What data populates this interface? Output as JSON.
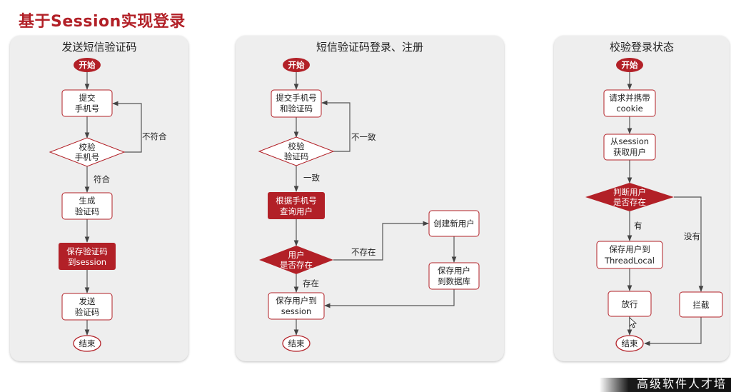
{
  "title": "基于Session实现登录",
  "panels": [
    {
      "title": "发送短信验证码",
      "start": "开始",
      "submit_phone": [
        "提交",
        "手机号"
      ],
      "verify_phone": [
        "校验",
        "手机号"
      ],
      "mismatch": "不符合",
      "match": "符合",
      "generate_code": [
        "生成",
        "验证码"
      ],
      "save_code": [
        "保存验证码",
        "到session"
      ],
      "send_code": [
        "发送",
        "验证码"
      ],
      "end": "结束"
    },
    {
      "title": "短信验证码登录、注册",
      "start": "开始",
      "submit_phone_code": [
        "提交手机号",
        "和验证码"
      ],
      "verify_code": [
        "校验",
        "验证码"
      ],
      "inconsistent": "不一致",
      "consistent": "一致",
      "query_user": [
        "根据手机号",
        "查询用户"
      ],
      "user_exists": [
        "用户",
        "是否存在"
      ],
      "not_exist": "不存在",
      "exists": "存在",
      "create_user": "创建新用户",
      "save_user_db": [
        "保存用户",
        "到数据库"
      ],
      "save_user_session": [
        "保存用户到",
        "session"
      ],
      "end": "结束"
    },
    {
      "title": "校验登录状态",
      "start": "开始",
      "request_cookie": [
        "请求并携带",
        "cookie"
      ],
      "get_user_session": [
        "从session",
        "获取用户"
      ],
      "judge_user": [
        "判断用户",
        "是否存在"
      ],
      "yes": "有",
      "no": "没有",
      "save_threadlocal": [
        "保存用户到",
        "ThreadLocal"
      ],
      "allow": "放行",
      "intercept": "拦截",
      "end": "结束"
    }
  ],
  "footer": "高级软件人才培",
  "colors": {
    "accent": "#b22027",
    "node_fill": "#ffffff",
    "node_stroke": "#b22027",
    "panel_bg": "#eeeeee",
    "line": "#555555"
  }
}
